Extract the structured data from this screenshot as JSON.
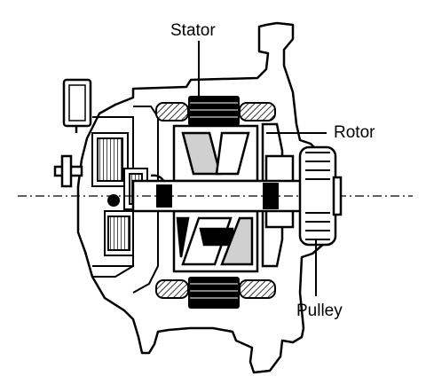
{
  "labels": {
    "stator": "Stator",
    "rotor": "Rotor",
    "pulley": "Pulley"
  },
  "colors": {
    "ink": "#000000",
    "paper": "#ffffff",
    "shade": "#d0d0d0"
  }
}
